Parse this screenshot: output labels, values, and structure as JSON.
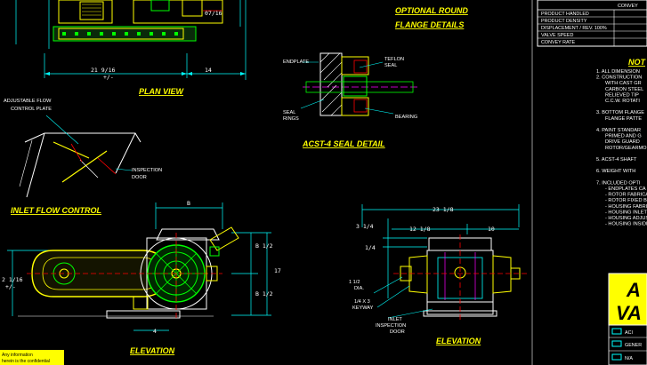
{
  "drawing": {
    "views": {
      "plan_view": "PLAN VIEW",
      "optional_flange": [
        "OPTIONAL ROUND",
        "FLANGE DETAILS"
      ],
      "seal_detail": "ACST-4 SEAL DETAIL",
      "inlet_flow": "INLET FLOW CONTROL",
      "elevation_left": "ELEVATION",
      "elevation_right": "ELEVATION"
    },
    "callouts": {
      "adjustable_flow": [
        "ADJUSTABLE FLOW",
        "CONTROL PLATE"
      ],
      "inspection_door": [
        "INSPECTION",
        "DOOR"
      ],
      "endplate": "ENDPLATE",
      "teflon_seal": [
        "TEFLON",
        "SEAL"
      ],
      "bearing": "BEARING",
      "seal_rings": [
        "SEAL",
        "RINGS"
      ],
      "inlet_inspection_door": [
        "INLET",
        "INSPECTION",
        "DOOR"
      ],
      "keyway": [
        "1/4 X 3",
        "KEYWAY"
      ],
      "dia": [
        "1 1/2",
        "DIA."
      ]
    },
    "dimensions": {
      "plan_width": "21 9/16",
      "plan_right": "14",
      "plan_tol": "+/-",
      "plan_top": "07/16",
      "elev_b_top": "B",
      "elev_b_upper": "B 1/2",
      "elev_b_lower": "B 1/2",
      "elev_left": "2 1/16",
      "elev_tol": "+/-",
      "elev_overall": "17",
      "elev_4": "4",
      "right_overall": "23 1/8",
      "right_half": "12 1/8",
      "right_10": "10",
      "right_3": "3 1/4",
      "right_quarter": "1/4"
    },
    "title_block": {
      "header": "CONVEY",
      "rows": [
        "PRODUCT HANDLED",
        "PRODUCT DENSITY",
        "DISPLACEMENT / REV. 100%",
        "VALVE SPEED",
        "CONVEY RATE"
      ]
    },
    "notes": {
      "heading": "NOT",
      "items": [
        "1. ALL DIMENSION",
        "2. CONSTRUCTION",
        "   WITH CAST GR",
        "   CARBON STEEL",
        "   RELIEVED TIP",
        "   C.C.W. ROTATI",
        "",
        "3. BOTTOM FLANGE",
        "   FLANGE PATTE",
        "",
        "4. PAINT STANDAR",
        "   PRIMED AND G",
        "   DRIVE GUARD",
        "   ROTOR/GEARMO",
        "",
        "5. ACST-4 SHAFT",
        "",
        "6. WEIGHT WITH",
        "",
        "7. INCLUDED OPTI",
        "   - ENDPLATES CA",
        "   - ROTOR FABRICA",
        "   - ROTOR FIXED B",
        "   - HOUSING FABRI",
        "   - HOUSING INLET",
        "   - HOUSING ADJUS",
        "   - HOUSING INSIDE"
      ]
    },
    "logo_letters": [
      "A",
      "VA"
    ],
    "legend": [
      "ACI",
      "GENER",
      "N/A"
    ],
    "footer_notice": [
      "Any information",
      "herein is the confidential"
    ]
  },
  "colors": {
    "background": "#000000",
    "yellow": "#ffff00",
    "green": "#00ff00",
    "cyan": "#00ffff",
    "red": "#ff0000",
    "white": "#ffffff",
    "magenta": "#ff00ff"
  }
}
